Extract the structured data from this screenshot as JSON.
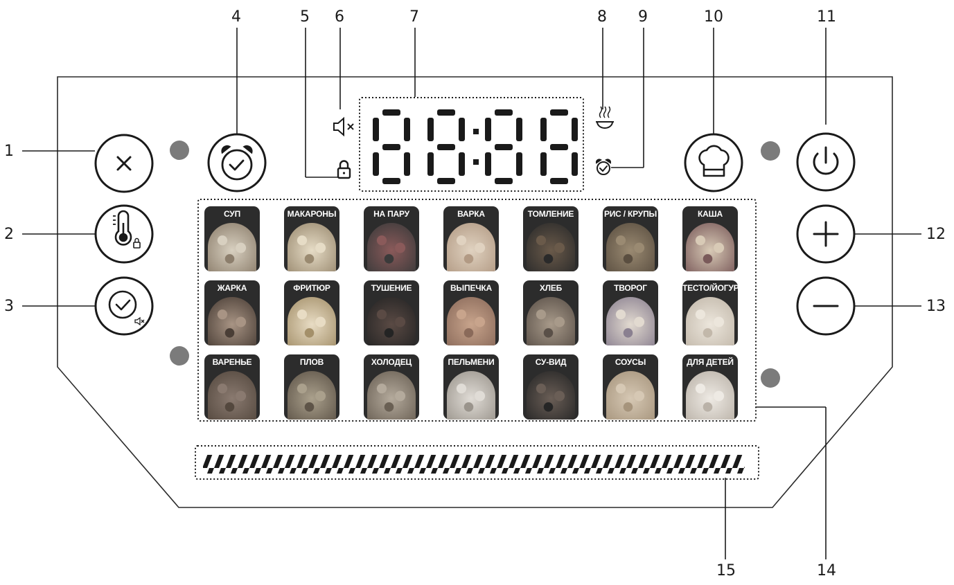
{
  "callouts": [
    "1",
    "2",
    "3",
    "4",
    "5",
    "6",
    "7",
    "8",
    "9",
    "10",
    "11",
    "12",
    "13",
    "14",
    "15"
  ],
  "display": {
    "digits": [
      "8",
      "8",
      "8",
      "8"
    ]
  },
  "programs": [
    {
      "label": "СУП",
      "food": "soup-picture",
      "colors": [
        "#d8d0c0",
        "#8c7e6c"
      ]
    },
    {
      "label": "МАКАРОНЫ",
      "food": "pasta-picture",
      "colors": [
        "#e6dcc6",
        "#9a8a70"
      ]
    },
    {
      "label": "НА ПАРУ",
      "food": "steamed-vegetables-picture",
      "colors": [
        "#8a5a5a",
        "#3a3a3a"
      ]
    },
    {
      "label": "ВАРКА",
      "food": "beans-picture",
      "colors": [
        "#e0d2c0",
        "#b29a84"
      ]
    },
    {
      "label": "ТОМЛЕНИЕ",
      "food": "stew-picture",
      "colors": [
        "#6a5a4a",
        "#2a2a2a"
      ]
    },
    {
      "label": "РИС / КРУПЫ",
      "food": "grain-picture",
      "colors": [
        "#9a8a72",
        "#5a4e40"
      ]
    },
    {
      "label": "КАША",
      "food": "porridge-picture",
      "colors": [
        "#d8cab6",
        "#7a5a5a"
      ]
    },
    {
      "label": "ЖАРКА",
      "food": "fried-fish-picture",
      "colors": [
        "#a89484",
        "#4a3e36"
      ]
    },
    {
      "label": "ФРИТЮР",
      "food": "fries-picture",
      "colors": [
        "#e8dcc4",
        "#a4906a"
      ]
    },
    {
      "label": "ТУШЕНИЕ",
      "food": "braised-vegetables-picture",
      "colors": [
        "#5a4a44",
        "#242424"
      ]
    },
    {
      "label": "ВЫПЕЧКА",
      "food": "pie-picture",
      "colors": [
        "#c8a48c",
        "#8a6a5a"
      ]
    },
    {
      "label": "ХЛЕБ",
      "food": "bread-picture",
      "colors": [
        "#a89a8a",
        "#5a5048"
      ]
    },
    {
      "label": "ТВОРОГ",
      "food": "cottage-cheese-picture",
      "colors": [
        "#e2dad0",
        "#8a8090"
      ]
    },
    {
      "label": "ТЕСТО/ЙОГУРТ",
      "food": "dough-picture",
      "colors": [
        "#ece6dc",
        "#c2b8aa"
      ]
    },
    {
      "label": "ВАРЕНЬЕ",
      "food": "jam-picture",
      "colors": [
        "#8a7a70",
        "#54483e"
      ]
    },
    {
      "label": "ПЛОВ",
      "food": "pilaf-picture",
      "colors": [
        "#aaa08c",
        "#5e5448"
      ]
    },
    {
      "label": "ХОЛОДЕЦ",
      "food": "aspic-picture",
      "colors": [
        "#b4aa9c",
        "#6a6054"
      ]
    },
    {
      "label": "ПЕЛЬМЕНИ",
      "food": "dumplings-picture",
      "colors": [
        "#e0dcd6",
        "#9a948c"
      ]
    },
    {
      "label": "СУ-ВИД",
      "food": "sous-vide-picture",
      "colors": [
        "#6a5e56",
        "#262626"
      ]
    },
    {
      "label": "СОУСЫ",
      "food": "sauce-picture",
      "colors": [
        "#d6c8b4",
        "#a6947c"
      ]
    },
    {
      "label": "ДЛЯ ДЕТЕЙ",
      "food": "bear-face-picture",
      "colors": [
        "#eeeae4",
        "#bab2a8"
      ]
    }
  ],
  "icons": {
    "cancel": "close-icon",
    "temperature": "thermometer-lock-icon",
    "timer": "clock-mute-icon",
    "delay": "alarm-clock-icon",
    "lock": "lock-icon",
    "mute": "speaker-mute-icon",
    "keep_warm": "steaming-bowl-icon",
    "delay_indicator": "alarm-clock-icon",
    "menu": "chef-hat-icon",
    "power": "power-icon",
    "plus": "plus-icon",
    "minus": "minus-icon"
  }
}
